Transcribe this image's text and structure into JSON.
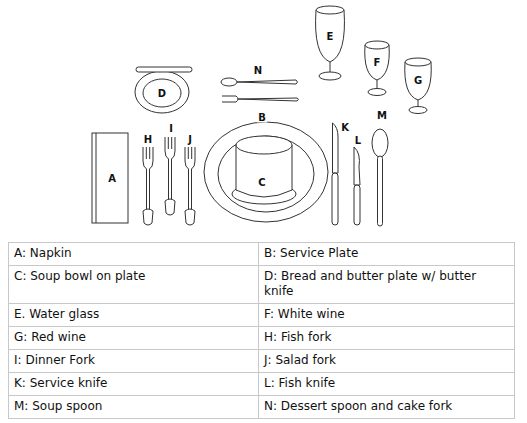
{
  "diagram": {
    "labels": [
      "A",
      "B",
      "C",
      "D",
      "E",
      "F",
      "G",
      "H",
      "I",
      "J",
      "K",
      "L",
      "M",
      "N",
      "A: Napkin",
      "B: Service Plate",
      "C: Soup bowl on plate",
      "D: Bread and butter plate w/ butter knife",
      "E. Water glass",
      "F: White wine",
      "G: Red wine",
      "H: Fish fork",
      "I: Dinner Fork",
      "J: Salad fork",
      "K: Service knife",
      "L: Fish knife",
      "M: Soup spoon",
      "N: Dessert spoon and cake fork"
    ]
  }
}
